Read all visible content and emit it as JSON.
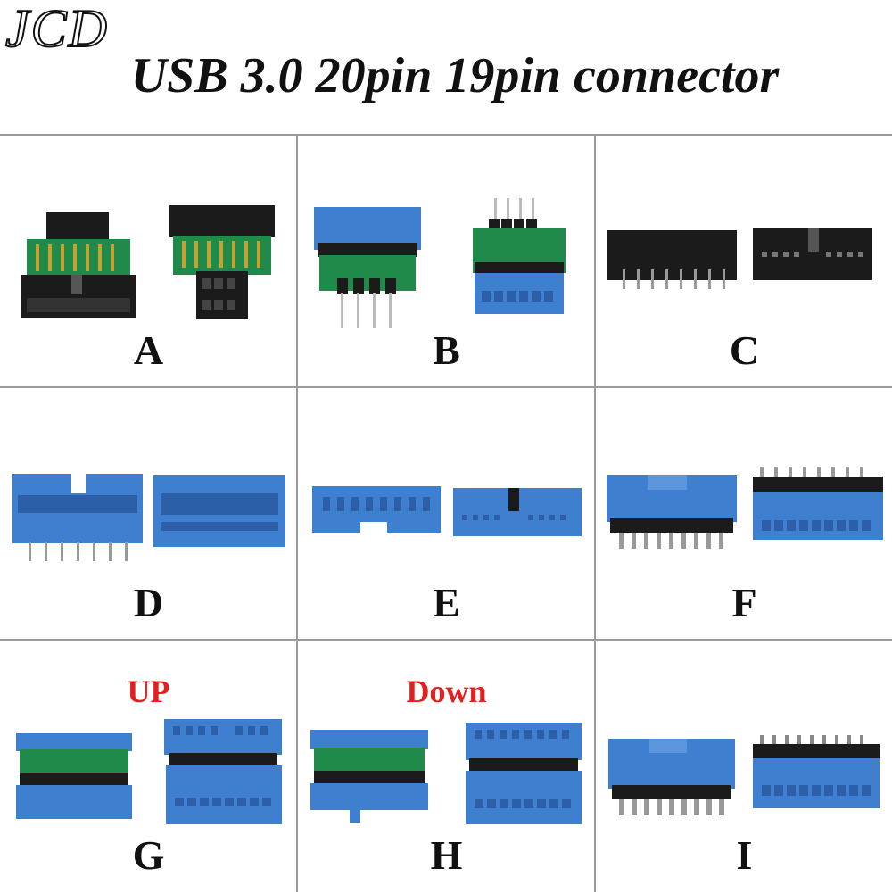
{
  "brand": {
    "logo": "JCD"
  },
  "title": "USB 3.0 20pin 19pin connector",
  "colors": {
    "blue": "#3f7fcf",
    "blue_dark": "#2c5fa8",
    "black": "#1b1b1b",
    "pcb": "#1f8a4a",
    "gold": "#c8a030",
    "red": "#e41f1f"
  },
  "cells": [
    {
      "letter": "A",
      "tag": ""
    },
    {
      "letter": "B",
      "tag": ""
    },
    {
      "letter": "C",
      "tag": ""
    },
    {
      "letter": "D",
      "tag": ""
    },
    {
      "letter": "E",
      "tag": ""
    },
    {
      "letter": "F",
      "tag": ""
    },
    {
      "letter": "G",
      "tag": "UP"
    },
    {
      "letter": "H",
      "tag": "Down"
    },
    {
      "letter": "I",
      "tag": ""
    }
  ]
}
